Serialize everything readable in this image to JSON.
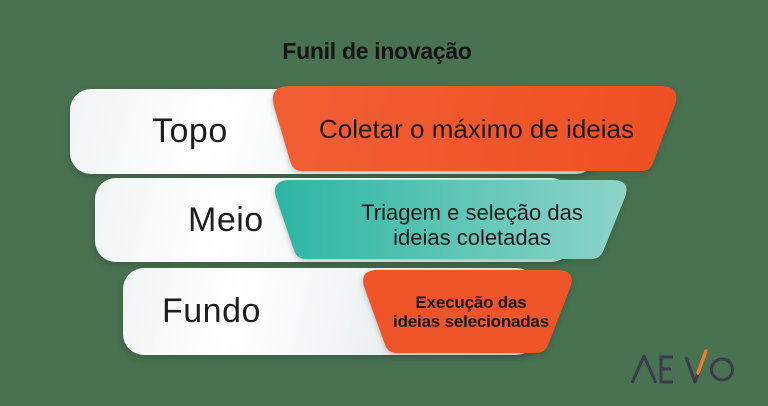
{
  "title": "Funil de inovação",
  "funnel": {
    "stages": [
      {
        "label": "Topo",
        "description": "Coletar o máximo de ideias",
        "shape_color": "#F0552A"
      },
      {
        "label": "Meio",
        "description_line1": "Triagem e seleção das",
        "description_line2": "ideias coletadas",
        "shape_color_start": "#2BB5A1",
        "shape_color_end": "#8FD4C9"
      },
      {
        "label": "Fundo",
        "description_line1": "Execução das",
        "description_line2": "ideias selecionadas",
        "shape_color": "#F0552A"
      }
    ]
  },
  "logo": {
    "text": "AEVO",
    "letter_color": "#3B3B4D",
    "accent_color": "#EF7A33"
  },
  "colors": {
    "background": "#497251",
    "bar_fill_start": "#FFFFFF",
    "bar_fill_end": "#D9E0E2",
    "text": "#1B1B1B"
  }
}
